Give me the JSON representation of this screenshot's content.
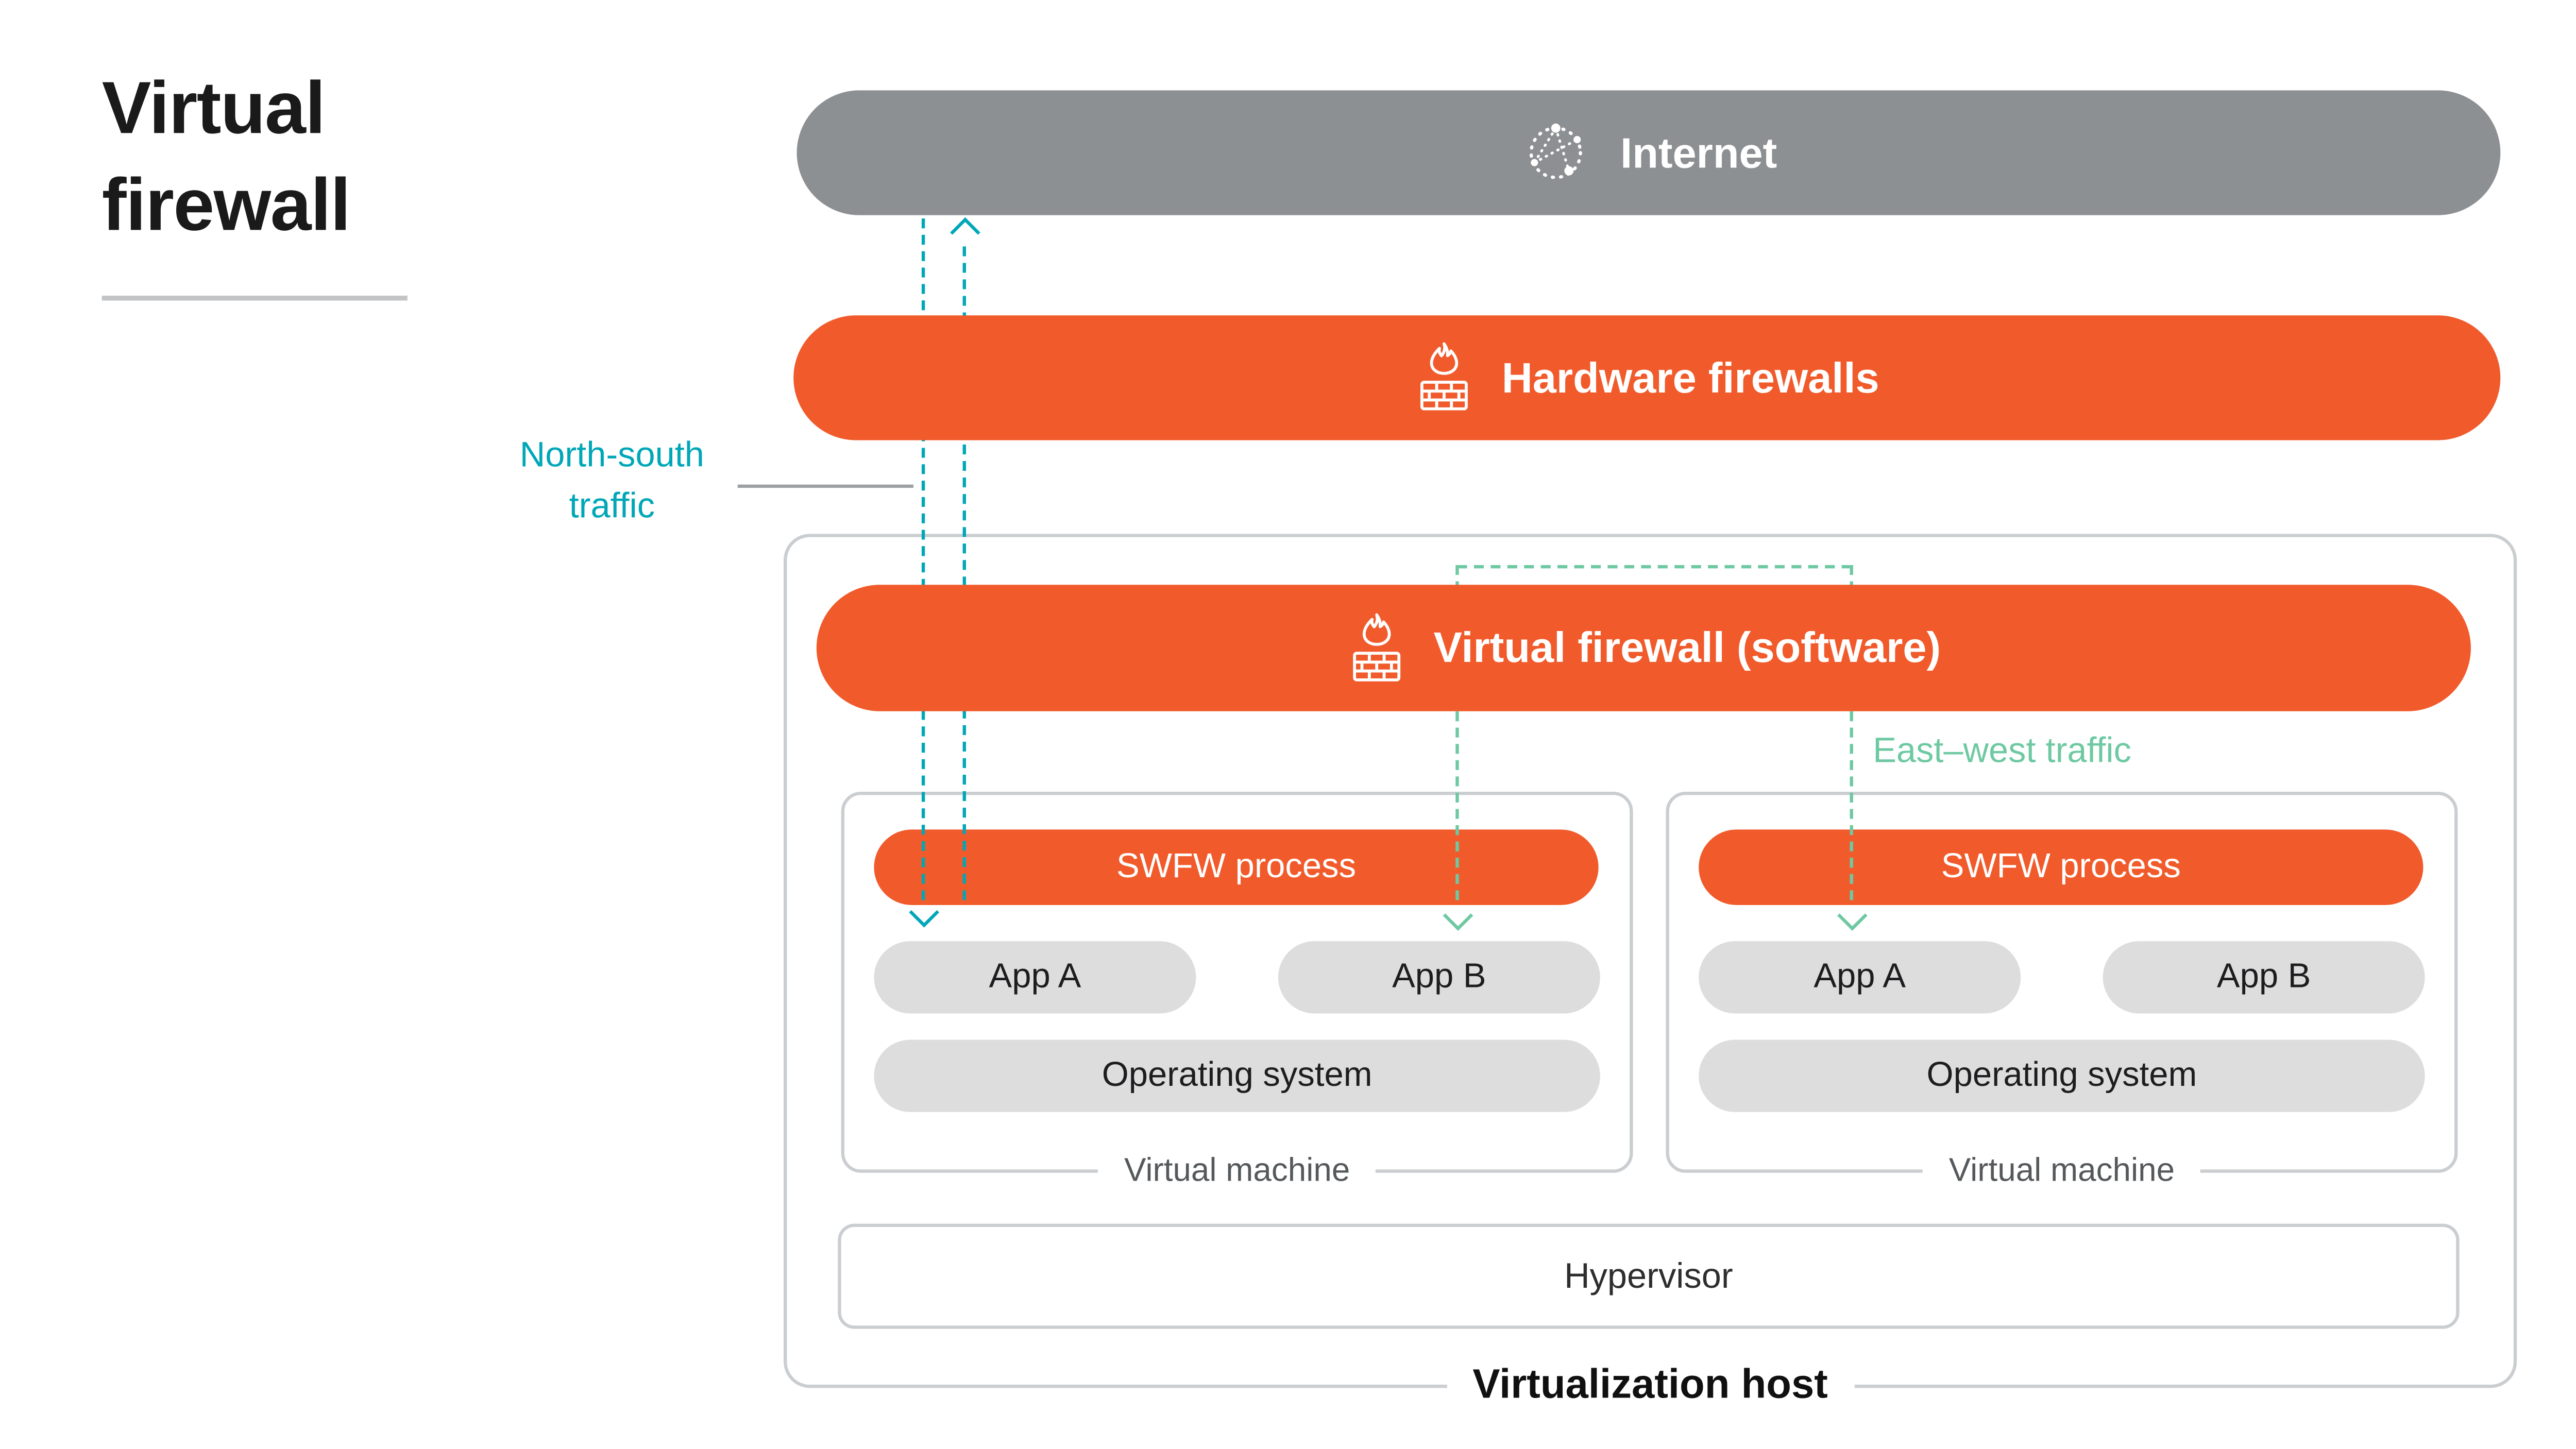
{
  "title": {
    "line1": "Virtual",
    "line2": "firewall"
  },
  "nodes": {
    "internet": "Internet",
    "hardware_firewalls": "Hardware firewalls",
    "virtual_firewall": "Virtual firewall (software)",
    "hypervisor": "Hypervisor",
    "host": "Virtualization host"
  },
  "traffic": {
    "north_south_line1": "North-south",
    "north_south_line2": "traffic",
    "east_west": "East–west traffic"
  },
  "vms": [
    {
      "process": "SWFW process",
      "apps": [
        "App A",
        "App B"
      ],
      "os": "Operating system",
      "label": "Virtual machine"
    },
    {
      "process": "SWFW process",
      "apps": [
        "App A",
        "App B"
      ],
      "os": "Operating system",
      "label": "Virtual machine"
    }
  ],
  "icons": {
    "internet": "network-globe-icon",
    "firewall": "firewall-flame-icon"
  },
  "colors": {
    "orange": "#F15B2C",
    "internet_gray": "#8D9093",
    "pill_gray": "#DDDDDD",
    "north_south_teal": "#00A7B7",
    "east_west_mint": "#6EC9A2",
    "container_border": "#CBCED1",
    "text_dark": "#1D1D1F"
  }
}
